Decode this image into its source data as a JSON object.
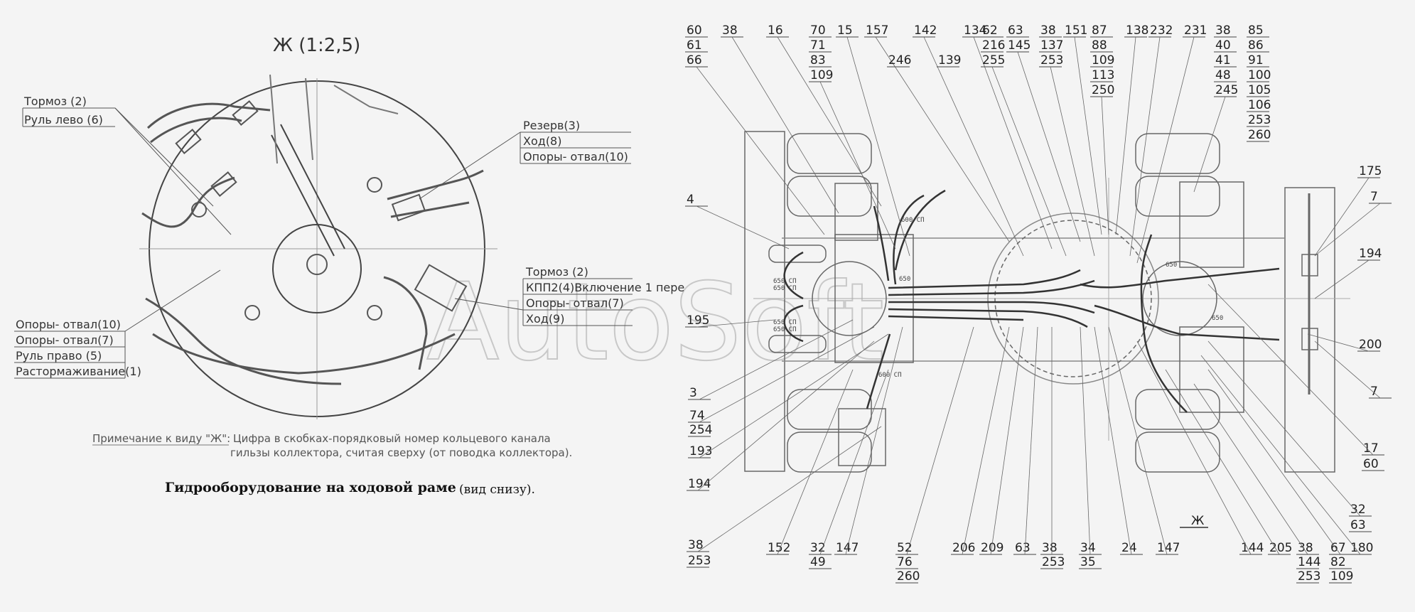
{
  "drawing": {
    "view_title": "Ж (1:2,5)",
    "title": "Гидрооборудование на ходовой раме",
    "subtitle": "(вид снизу).",
    "note_label": "Примечание к виду \"Ж\":",
    "note_line1": "Цифра в скобках-порядковый номер кольцевого канала",
    "note_line2": "гильзы коллектора, считая сверху (от поводка коллектора).",
    "watermark": "AutoSoft",
    "view_marker": "Ж"
  },
  "detail_callouts": {
    "left_top": [
      "Тормоз (2)",
      "Руль лево (6)"
    ],
    "right_top": [
      "Резерв(3)",
      "Ход(8)",
      "Опоры- отвал(10)"
    ],
    "right_mid": [
      "Тормоз (2)",
      "КПП2(4)Включение 1 пере",
      "Опоры- отвал(7)",
      "Ход(9)"
    ],
    "left_bottom": [
      "Опоры- отвал(10)",
      "Опоры- отвал(7)",
      "Руль право (5)",
      "Растормаживание(1)"
    ]
  },
  "top_labels": [
    "60",
    "61",
    "66",
    "38",
    "16",
    "70",
    "71",
    "83",
    "109",
    "15",
    "157",
    "246",
    "142",
    "139",
    "134",
    "62",
    "216",
    "255",
    "63",
    "145",
    "38",
    "137",
    "253",
    "151",
    "87",
    "88",
    "109",
    "113",
    "250",
    "138",
    "232",
    "231",
    "38",
    "40",
    "41",
    "48",
    "245",
    "85",
    "86",
    "91",
    "100",
    "105",
    "106",
    "253",
    "260"
  ],
  "side_labels": [
    "4",
    "195",
    "3",
    "74",
    "254",
    "193",
    "194",
    "175",
    "7",
    "194",
    "200",
    "7",
    "17",
    "60",
    "32",
    "63",
    "180"
  ],
  "bottom_labels": [
    "38",
    "253",
    "152",
    "32",
    "49",
    "147",
    "52",
    "76",
    "260",
    "206",
    "209",
    "63",
    "38",
    "253",
    "34",
    "35",
    "24",
    "147",
    "144",
    "205",
    "38",
    "144",
    "253",
    "67",
    "82",
    "109"
  ],
  "small_marks": [
    "600 СП",
    "650 СП",
    "650 СП",
    "650 СП",
    "650 СП",
    "600 СП",
    "650",
    "650",
    "650"
  ]
}
